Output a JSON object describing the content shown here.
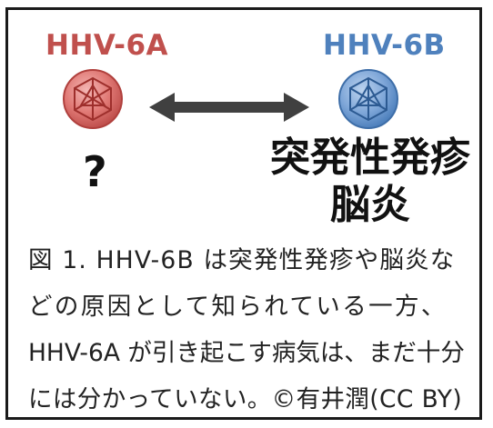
{
  "figure": {
    "label_a": "HHV-6A",
    "label_b": "HHV-6B",
    "unknown_mark": "?",
    "disease_line_1": "突発性発疹",
    "disease_line_2": "脳炎",
    "colors": {
      "hhv6a": "#c0504d",
      "hhv6b": "#4f81bd",
      "arrow": "#404040"
    }
  },
  "caption": {
    "line_1": "図 1.  HHV-6B は突発性発疹や脳炎な",
    "line_2": "どの原因として知られている一方、",
    "line_3": "HHV-6A が引き起こす病気は、まだ十分",
    "line_4": "には分かっていない。©有井潤(CC BY)"
  }
}
